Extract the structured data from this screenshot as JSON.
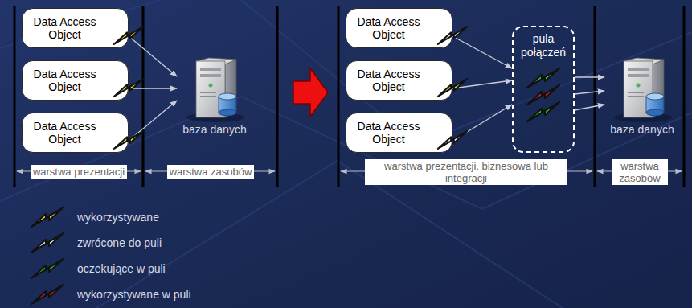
{
  "diagram": {
    "nodes": [
      {
        "text": [
          "Data Access Object"
        ]
      },
      {
        "text": [
          "Data Access Object"
        ]
      },
      {
        "text": [
          "Data Access Object"
        ]
      },
      {
        "text": [
          "baza danych"
        ]
      },
      {
        "text": [
          "Data Access Object"
        ]
      },
      {
        "text": [
          "Data Access Object"
        ]
      },
      {
        "text": [
          "Data Access Object"
        ]
      },
      {
        "text": [
          "pula połączeń"
        ]
      },
      {
        "text": [
          "baza danych"
        ]
      }
    ],
    "edges": [
      {
        "from": 0,
        "to": 3,
        "arrow": "to"
      },
      {
        "from": 1,
        "to": 3,
        "arrow": "to"
      },
      {
        "from": 2,
        "to": 3,
        "arrow": "to"
      },
      {
        "from": 4,
        "to": 7,
        "arrow": "to"
      },
      {
        "from": 5,
        "to": 7,
        "arrow": "to"
      },
      {
        "from": 6,
        "to": 7,
        "arrow": "to"
      },
      {
        "from": 7,
        "to": 8,
        "arrow": "to"
      },
      {
        "from": 7,
        "to": 8,
        "arrow": "to"
      },
      {
        "from": 7,
        "to": 8,
        "arrow": "to"
      }
    ],
    "labels": [
      "warstwa prezentacji",
      "warstwa zasobów",
      "warstwa prezentacji, biznesowa lub integracji",
      "warstwa zasobów"
    ],
    "legend": [
      {
        "text": "wykorzystywane"
      },
      {
        "text": "zwrócone do puli"
      },
      {
        "text": "oczekujące w puli"
      },
      {
        "text": "wykorzystywane w puli"
      }
    ]
  }
}
